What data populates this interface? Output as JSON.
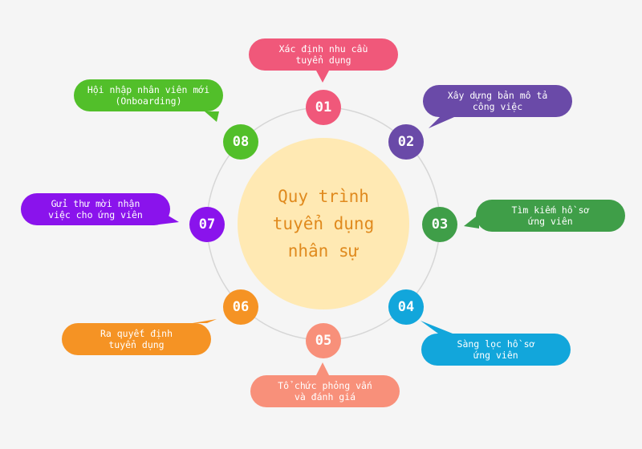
{
  "center": {
    "title": "Quy trình\ntuyển dụng\nnhân sự",
    "color": "#ffe9b3",
    "text_color": "#e08a1e"
  },
  "ring_color": "#d6d6d6",
  "steps": [
    {
      "number": "01",
      "label": "Xác định nhu cầu\ntuyển dụng",
      "color": "#f0587a"
    },
    {
      "number": "02",
      "label": "Xây dựng bản mô tả\ncông việc",
      "color": "#6a4aa8"
    },
    {
      "number": "03",
      "label": "Tìm kiếm hồ sơ\nứng viên",
      "color": "#3f9e48"
    },
    {
      "number": "04",
      "label": "Sàng lọc hồ sơ\nứng viên",
      "color": "#12a6db"
    },
    {
      "number": "05",
      "label": "Tổ chức phỏng vấn\nvà đánh giá",
      "color": "#f8907a"
    },
    {
      "number": "06",
      "label": "Ra quyết định\ntuyển dụng",
      "color": "#f59324"
    },
    {
      "number": "07",
      "label": "Gửi thư mời nhận\nviệc cho ứng viên",
      "color": "#8a13ec"
    },
    {
      "number": "08",
      "label": "Hội nhập nhân viên mới\n(Onboarding)",
      "color": "#52bf2a"
    }
  ]
}
